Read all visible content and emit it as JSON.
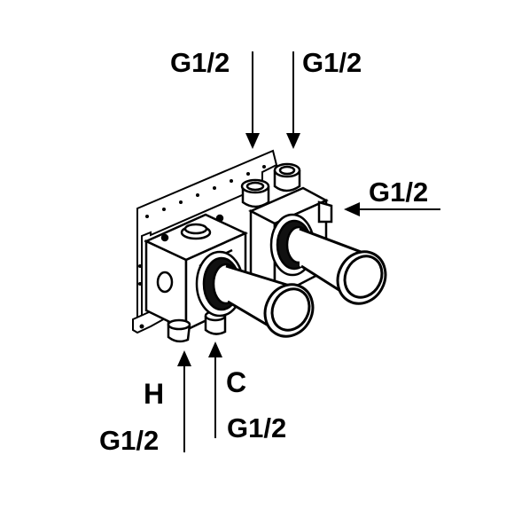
{
  "labels": {
    "top_left": "G1/2",
    "top_right": "G1/2",
    "right": "G1/2",
    "hot": "H",
    "cold": "C",
    "bottom_left": "G1/2",
    "bottom_right": "G1/2"
  },
  "colors": {
    "line": "#000000",
    "fill": "#ffffff"
  }
}
